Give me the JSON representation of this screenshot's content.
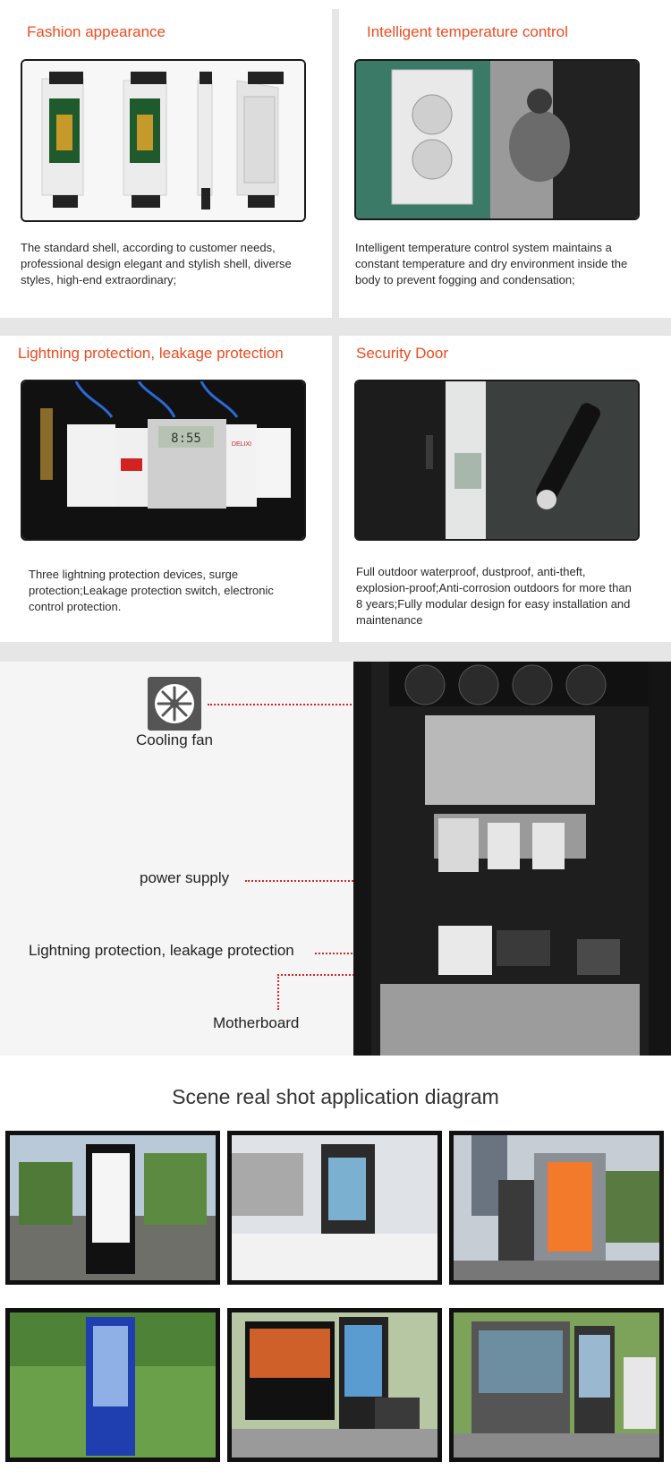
{
  "features": [
    {
      "title": "Fashion appearance",
      "description": "The standard shell, according to customer needs, professional design elegant and stylish shell, diverse styles, high-end extraordinary;"
    },
    {
      "title": "Intelligent temperature control",
      "description": "Intelligent temperature control system maintains a constant temperature and dry environment inside the body to prevent fogging and condensation;"
    },
    {
      "title": "Lightning protection, leakage protection",
      "description": "Three lightning protection devices, surge protection;Leakage protection switch, electronic control protection."
    },
    {
      "title": "Security Door",
      "description": "Full outdoor waterproof, dustproof, anti-theft, explosion-proof;Anti-corrosion outdoors for more than 8 years;Fully modular design for easy installation and maintenance"
    }
  ],
  "breaker_display": "8:55",
  "breaker_brand": "DELIXI",
  "components": {
    "cooling_fan": "Cooling fan",
    "power_supply": "power supply",
    "lightning": "Lightning protection, leakage protection",
    "motherboard": "Motherboard"
  },
  "scene": {
    "title": "Scene real shot application diagram"
  },
  "colors": {
    "accent": "#ef4a1f",
    "leader_line": "#d8262c",
    "divider": "#e6e6e6"
  }
}
